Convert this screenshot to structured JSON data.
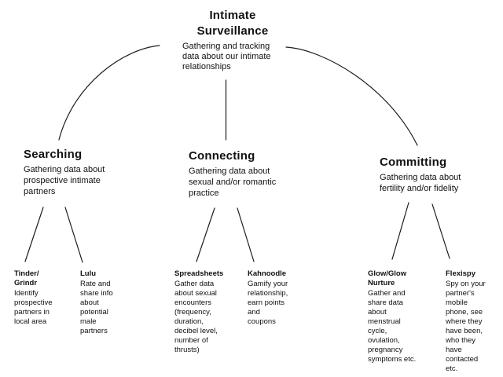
{
  "colors": {
    "background": "#ffffff",
    "text": "#111111",
    "line": "#1c1c1c"
  },
  "root": {
    "title": "Intimate\nSurveillance",
    "description": "Gathering and tracking\ndata about our intimate\nrelationships"
  },
  "branches": [
    {
      "title": "Searching",
      "description": "Gathering data about\nprospective intimate\npartners",
      "leaves": [
        {
          "title": "Tinder/\nGrindr",
          "description": "Identify\nprospective\npartners in\nlocal area"
        },
        {
          "title": "Lulu",
          "description": "Rate and\nshare info\nabout\npotential\nmale\npartners"
        }
      ]
    },
    {
      "title": "Connecting",
      "description": "Gathering data about\nsexual and/or romantic\npractice",
      "leaves": [
        {
          "title": "Spreadsheets",
          "description": "Gather data\nabout sexual\nencounters\n(frequency,\nduration,\ndecibel level,\nnumber of\nthrusts)"
        },
        {
          "title": "Kahnoodle",
          "description": "Gamify your\nrelationship,\nearn points\nand\ncoupons"
        }
      ]
    },
    {
      "title": "Committing",
      "description": "Gathering data about\nfertility and/or fidelity",
      "leaves": [
        {
          "title": "Glow/Glow\nNurture",
          "description": "Gather and\nshare data\nabout\nmenstrual\ncycle,\novulation,\npregnancy\nsymptoms etc."
        },
        {
          "title": "Flexispy",
          "description": "Spy on your\npartner's\nmobile\nphone, see\nwhere they\nhave been,\nwho they\nhave\ncontacted\netc."
        }
      ]
    }
  ]
}
